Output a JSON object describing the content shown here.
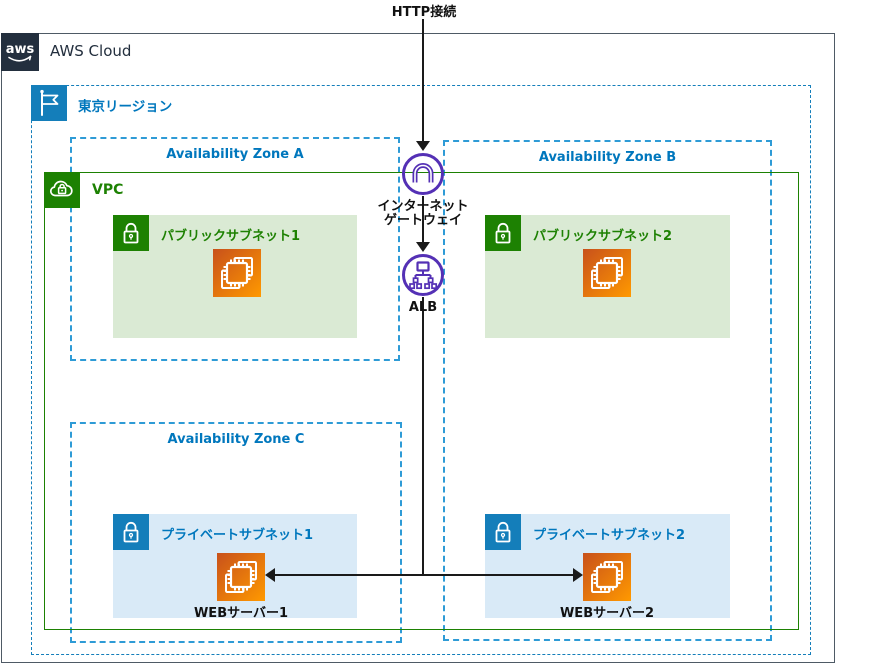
{
  "http_label": "HTTP接続",
  "aws_cloud": {
    "label": "AWS Cloud",
    "logo_text": "aws"
  },
  "region": {
    "label": "東京リージョン"
  },
  "azs": [
    {
      "label": "Availability Zone A"
    },
    {
      "label": "Availability Zone B"
    },
    {
      "label": "Availability Zone C"
    }
  ],
  "vpc": {
    "label": "VPC"
  },
  "gateway": {
    "label_line1": "インターネット",
    "label_line2": "ゲートウェイ"
  },
  "alb": {
    "label": "ALB"
  },
  "subnets": {
    "public1": {
      "label": "パブリックサブネット1"
    },
    "public2": {
      "label": "パブリックサブネット2"
    },
    "private1": {
      "label": "プライベートサブネット1",
      "server_label": "WEBサーバー1"
    },
    "private2": {
      "label": "プライベートサブネット2",
      "server_label": "WEBサーバー2"
    }
  },
  "colors": {
    "aws_dark": "#232F3E",
    "cloud_border": "#4E5A65",
    "region_blue": "#147EBA",
    "blue_text": "#0077BD",
    "az_dash_blue": "#2E9BD6",
    "vpc_green": "#1D8102",
    "public_subnet_fill": "#DAEAD4",
    "private_subnet_fill": "#D9EAF7",
    "gateway_purple": "#5430B5",
    "ec2_gradient_start": "#C8511B",
    "ec2_gradient_end": "#FF9900",
    "arrow_black": "#1a1a1a"
  }
}
